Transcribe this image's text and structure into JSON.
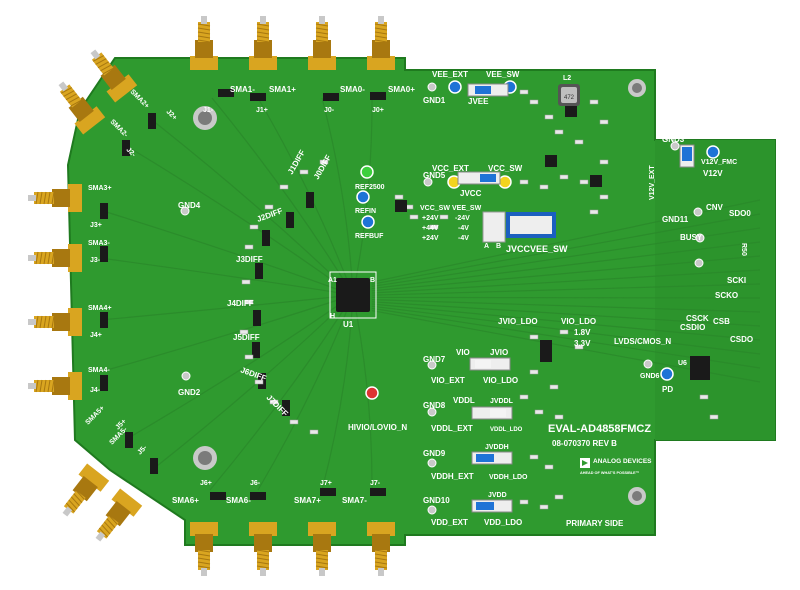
{
  "board": {
    "name": "EVAL-AD4858FMCZ",
    "part_number": "08-070370 REV B",
    "side_label": "PRIMARY SIDE",
    "logo_text": "ANALOG DEVICES",
    "logo_tagline": "AHEAD OF WHAT'S POSSIBLE™"
  },
  "sma_labels": [
    "SMA1-",
    "SMA1+",
    "SMA0-",
    "SMA0+",
    "SMA2+",
    "SMA2-",
    "SMA3+",
    "SMA3-",
    "SMA4+",
    "SMA4-",
    "SMA5+",
    "SMA5-",
    "SMA6+",
    "SMA6-",
    "SMA7+",
    "SMA7-"
  ],
  "jumper_labels": [
    "J1-",
    "J1+",
    "J0-",
    "J0+",
    "J2+",
    "J2-",
    "J3+",
    "J3-",
    "J4+",
    "J4-",
    "J5+",
    "J5-",
    "J6+",
    "J6-",
    "J7+",
    "J7-"
  ],
  "diff_labels": [
    "J0DIFF",
    "J1DIFF",
    "J2DIFF",
    "J3DIFF",
    "J4DIFF",
    "J5DIFF",
    "J6DIFF",
    "J7DIFF"
  ],
  "gnd_labels": [
    "GND1",
    "GND2",
    "GND3",
    "GND4",
    "GND5",
    "GND6",
    "GND7",
    "GND8",
    "GND9",
    "GND10",
    "GND11"
  ],
  "power": {
    "vee_ext": "VEE_EXT",
    "vee_sw": "VEE_SW",
    "jvee": "JVEE",
    "vcc_ext": "VCC_EXT",
    "vcc_sw": "VCC_SW",
    "jvcc": "JVCC",
    "vcc_sw_opts": [
      "VCC_SW",
      "+24V",
      "+44V",
      "+24V"
    ],
    "vee_sw_opts": [
      "VEE_SW",
      "-24V",
      "-4V",
      "-4V"
    ],
    "ab": [
      "A",
      "B"
    ],
    "jvccvee_sw": "JVCCVEE_SW",
    "v12v_ext": "V12V_EXT",
    "v12v": "V12V",
    "v12v_fmc": "V12V_FMC",
    "ref2500": "REF2500",
    "refin": "REFIN",
    "refbuf": "REFBUF"
  },
  "io": {
    "jvio_ldo": "JVIO_LDO",
    "vio_ldo": "VIO_LDO",
    "opt1": "1.8V",
    "opt2": "3.3V",
    "vio": "VIO",
    "jvio": "JVIO",
    "vio_ext": "VIO_EXT",
    "vio_ldo2": "VIO_LDO",
    "vddl": "VDDL",
    "jvddl": "JVDDL",
    "vddl_ext": "VDDL_EXT",
    "vddl_ldo": "VDDL_LDO",
    "jvddh": "JVDDH",
    "vddh_ext": "VDDH_EXT",
    "vddh_ldo": "VDDH_LDO",
    "jvdd": "JVDD",
    "vdd_ext": "VDD_EXT",
    "vdd_ldo": "VDD_LDO",
    "lvds_cmos": "LVDS/CMOS_N",
    "pd": "PD",
    "hivio": "HIVIO/LOVIO_N"
  },
  "signals": [
    "CNV",
    "SDO0",
    "BUSY",
    "SCKI",
    "SCKO",
    "CSCK",
    "CSB",
    "CSDIO",
    "CSDO"
  ],
  "misc": {
    "u1": "U1",
    "a1": "A1",
    "b": "B",
    "h": "H",
    "l2": "L2",
    "l2_val": "472",
    "u6": "U6",
    "r50": "R50"
  },
  "colors": {
    "pcb": "#2f9a2f",
    "pcb_dark": "#1f7a1f",
    "gold": "#d9a520",
    "blue_tp": "#1f73d6",
    "yellow_tp": "#f2d41f",
    "green_led": "#3ccf3c"
  }
}
